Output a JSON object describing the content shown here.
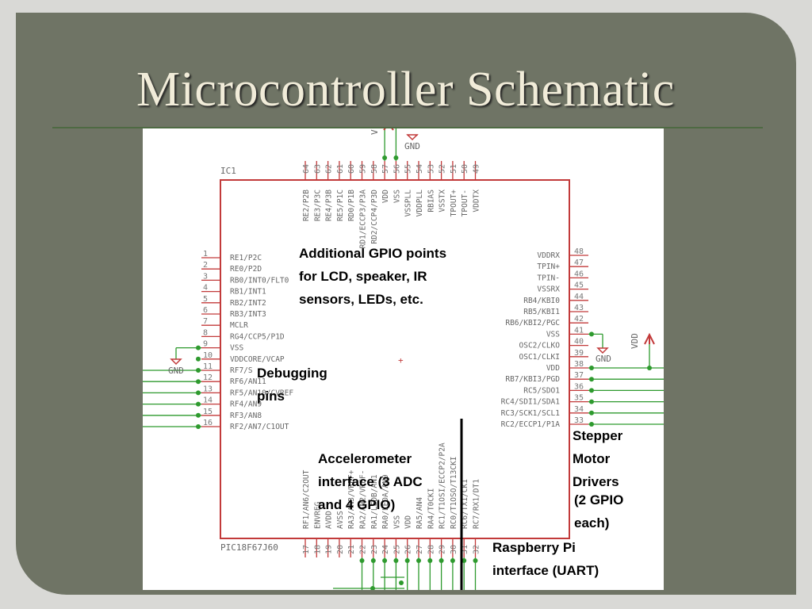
{
  "slide": {
    "title": "Microcontroller Schematic"
  },
  "schematic": {
    "chip_ref": "IC1",
    "chip_part": "PIC18F67J60",
    "cross": "+",
    "supply": {
      "vdd_top": "V",
      "gnd_top": "GND",
      "gnd_left": "GND",
      "gnd_right": "GND",
      "vdd_right": "VDD"
    },
    "left_pins": [
      {
        "num": "1",
        "name": "RE1/P2C"
      },
      {
        "num": "2",
        "name": "RE0/P2D"
      },
      {
        "num": "3",
        "name": "RB0/INT0/FLT0"
      },
      {
        "num": "4",
        "name": "RB1/INT1"
      },
      {
        "num": "5",
        "name": "RB2/INT2"
      },
      {
        "num": "6",
        "name": "RB3/INT3"
      },
      {
        "num": "7",
        "name": "MCLR"
      },
      {
        "num": "8",
        "name": "RG4/CCP5/P1D"
      },
      {
        "num": "9",
        "name": "VSS"
      },
      {
        "num": "10",
        "name": "VDDCORE/VCAP"
      },
      {
        "num": "11",
        "name": "RF7/S"
      },
      {
        "num": "12",
        "name": "RF6/AN11"
      },
      {
        "num": "13",
        "name": "RF5/AN10/CVREF"
      },
      {
        "num": "14",
        "name": "RF4/AN9"
      },
      {
        "num": "15",
        "name": "RF3/AN8"
      },
      {
        "num": "16",
        "name": "RF2/AN7/C1OUT"
      }
    ],
    "right_pins": [
      {
        "num": "48",
        "name": "VDDRX"
      },
      {
        "num": "47",
        "name": "TPIN+"
      },
      {
        "num": "46",
        "name": "TPIN-"
      },
      {
        "num": "45",
        "name": "VSSRX"
      },
      {
        "num": "44",
        "name": "RB4/KBI0"
      },
      {
        "num": "43",
        "name": "RB5/KBI1"
      },
      {
        "num": "42",
        "name": "RB6/KBI2/PGC"
      },
      {
        "num": "41",
        "name": "VSS"
      },
      {
        "num": "40",
        "name": "OSC2/CLKO"
      },
      {
        "num": "39",
        "name": "OSC1/CLKI"
      },
      {
        "num": "38",
        "name": "VDD"
      },
      {
        "num": "37",
        "name": "RB7/KBI3/PGD"
      },
      {
        "num": "36",
        "name": "RC5/SDO1"
      },
      {
        "num": "35",
        "name": "RC4/SDI1/SDA1"
      },
      {
        "num": "34",
        "name": "RC3/SCK1/SCL1"
      },
      {
        "num": "33",
        "name": "RC2/ECCP1/P1A"
      }
    ],
    "top_pins": [
      {
        "num": "64",
        "name": "RE2/P2B"
      },
      {
        "num": "63",
        "name": "RE3/P3C"
      },
      {
        "num": "62",
        "name": "RE4/P3B"
      },
      {
        "num": "61",
        "name": "RE5/P1C"
      },
      {
        "num": "60",
        "name": "RD0/P1B"
      },
      {
        "num": "59",
        "name": "RD1/ECCP3/P3A"
      },
      {
        "num": "58",
        "name": "RD2/CCP4/P3D"
      },
      {
        "num": "57",
        "name": "VDD"
      },
      {
        "num": "56",
        "name": "VSS"
      },
      {
        "num": "55",
        "name": "VSSPLL"
      },
      {
        "num": "54",
        "name": "VDDPLL"
      },
      {
        "num": "53",
        "name": "RBIAS"
      },
      {
        "num": "52",
        "name": "VSSTX"
      },
      {
        "num": "51",
        "name": "TPOUT+"
      },
      {
        "num": "50",
        "name": "TPOUT-"
      },
      {
        "num": "49",
        "name": "VDDTX"
      }
    ],
    "bottom_pins": [
      {
        "num": "17",
        "name": "RF1/AN6/C2OUT"
      },
      {
        "num": "18",
        "name": "ENVREG"
      },
      {
        "num": "19",
        "name": "AVDD"
      },
      {
        "num": "20",
        "name": "AVSS"
      },
      {
        "num": "21",
        "name": "RA3/AN3/VREF+"
      },
      {
        "num": "22",
        "name": "RA2/AN2/VREF-"
      },
      {
        "num": "23",
        "name": "RA1/LEDB/AN1"
      },
      {
        "num": "24",
        "name": "RA0/LEDA/AN0"
      },
      {
        "num": "25",
        "name": "VSS"
      },
      {
        "num": "26",
        "name": "VDD"
      },
      {
        "num": "27",
        "name": "RA5/AN4"
      },
      {
        "num": "28",
        "name": "RA4/T0CKI"
      },
      {
        "num": "29",
        "name": "RC1/T1OSI/ECCP2/P2A"
      },
      {
        "num": "30",
        "name": "RC0/T1OSO/T13CKI"
      },
      {
        "num": "31",
        "name": "RC6/TX1/CK1"
      },
      {
        "num": "32",
        "name": "RC7/RX1/DT1"
      }
    ]
  },
  "annotations": {
    "gpio": "Additional GPIO points\nfor LCD, speaker, IR\nsensors, LEDs, etc.",
    "debug": "Debugging\npins",
    "accel": "Accelerometer\ninterface (3 ADC\nand 4 GPIO)",
    "stepper": "Stepper\nMotor\nDrivers",
    "stepper_detail": "(2 GPIO\neach)",
    "rpi": "Raspberry Pi\ninterface (UART)"
  },
  "colors": {
    "slide_bg": "#6f7465",
    "chip_outline": "#c23a3a",
    "wire": "#2e9a2e",
    "pin": "#c23a3a"
  }
}
